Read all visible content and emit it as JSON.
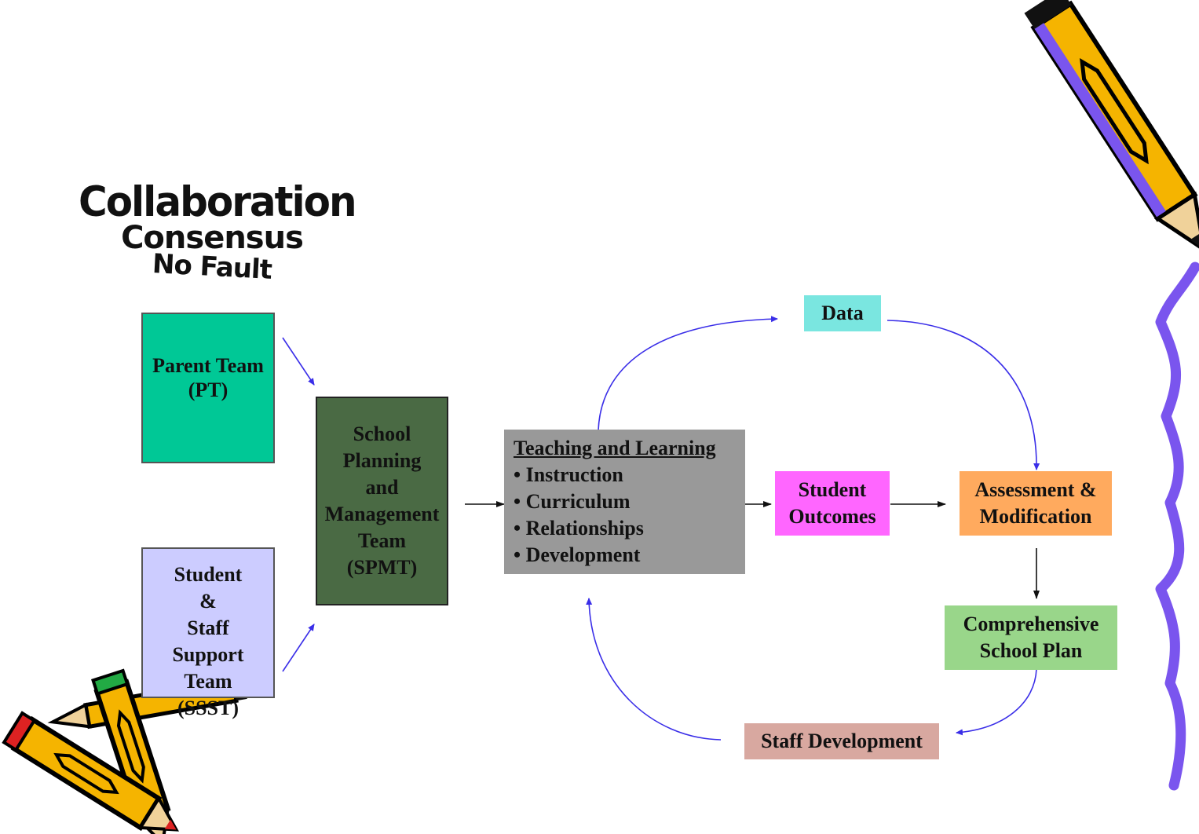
{
  "motto": {
    "line1": "Collaboration",
    "line2": "Consensus",
    "line3": "No Fault"
  },
  "boxes": {
    "parent_team": {
      "line1": "Parent Team",
      "line2": "(PT)",
      "color": "#00c896"
    },
    "sssst": {
      "lines": [
        "Student",
        "&",
        "Staff",
        "Support",
        "Team",
        "(SSST)"
      ],
      "color": "#ccccff"
    },
    "spmt": {
      "lines": [
        "School",
        "Planning",
        "and",
        "Management",
        "Team",
        "(SPMT)"
      ],
      "color": "#4a6a44"
    },
    "teaching": {
      "title": "Teaching and Learning",
      "items": [
        "• Instruction",
        "• Curriculum",
        "• Relationships",
        "• Development"
      ],
      "color": "#999999"
    },
    "data": {
      "label": "Data",
      "color": "#7ae6e0"
    },
    "student_outcomes": {
      "line1": "Student",
      "line2": "Outcomes",
      "color": "#ff66ff"
    },
    "assessment": {
      "line1": "Assessment &",
      "line2": "Modification",
      "color": "#ffaa5e"
    },
    "comprehensive": {
      "line1": "Comprehensive",
      "line2": "School Plan",
      "color": "#99d68a"
    },
    "staff_dev": {
      "label": "Staff Development",
      "color": "#d8a8a0"
    }
  },
  "colors": {
    "arrow_blue": "#3a2ee8",
    "arrow_black": "#111111",
    "squiggle": "#7a55ee",
    "pencil_body": "#f5b400",
    "pencil_outline": "#000000"
  }
}
